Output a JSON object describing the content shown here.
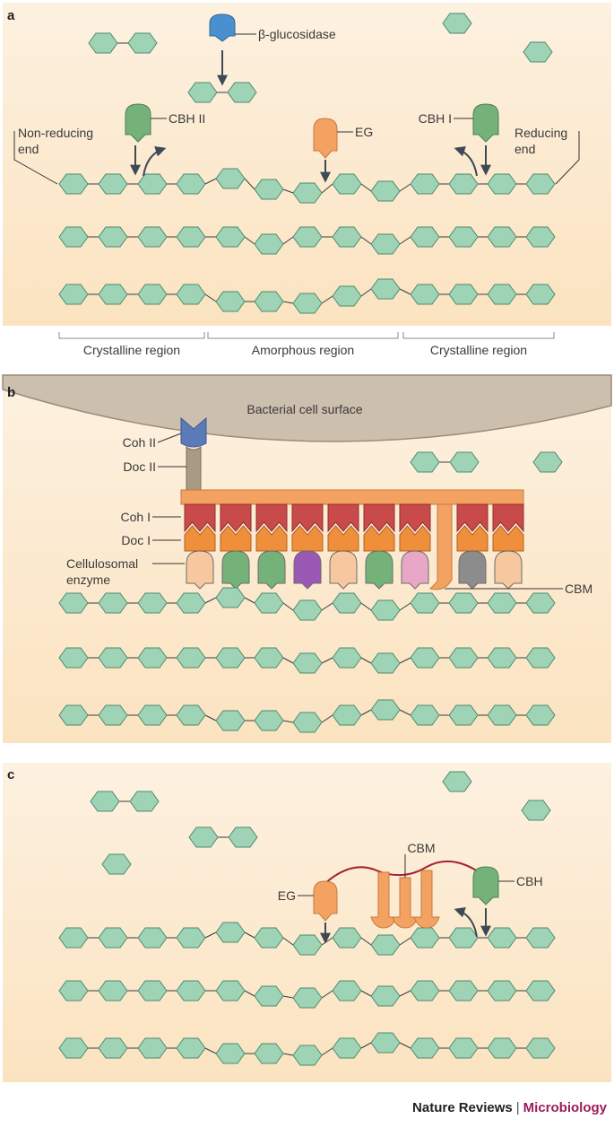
{
  "panels": {
    "a": {
      "letter": "a",
      "labels": {
        "beta_glucosidase": "β-glucosidase",
        "cbh2": "CBH II",
        "eg": "EG",
        "cbh1": "CBH I",
        "non_reducing_1": "Non-reducing",
        "non_reducing_2": "end",
        "reducing_1": "Reducing",
        "reducing_2": "end"
      },
      "regions": [
        "Crystalline region",
        "Amorphous region",
        "Crystalline region"
      ]
    },
    "b": {
      "letter": "b",
      "labels": {
        "cell_surface": "Bacterial cell surface",
        "coh2": "Coh II",
        "doc2": "Doc II",
        "coh1": "Coh I",
        "doc1": "Doc I",
        "enzyme_1": "Cellulosomal",
        "enzyme_2": "enzyme",
        "cbm": "CBM"
      }
    },
    "c": {
      "letter": "c",
      "labels": {
        "eg": "EG",
        "cbm": "CBM",
        "cbh": "CBH"
      }
    }
  },
  "colors": {
    "panel_bg": "#fdebd3",
    "glucose_fill": "#9fd3b6",
    "glucose_stroke": "#4e8a6e",
    "beta_glucosidase": "#4a90cf",
    "cbh": "#74b27a",
    "eg": "#f4a262",
    "cohesin": "#c94a4a",
    "dockerin": "#ef8f3c",
    "scaffold": "#f4a262",
    "linker": "#a3212f",
    "cell_surface": "#ccbfae"
  },
  "footer": {
    "journal": "Nature Reviews",
    "separator": "|",
    "section": "Microbiology"
  }
}
